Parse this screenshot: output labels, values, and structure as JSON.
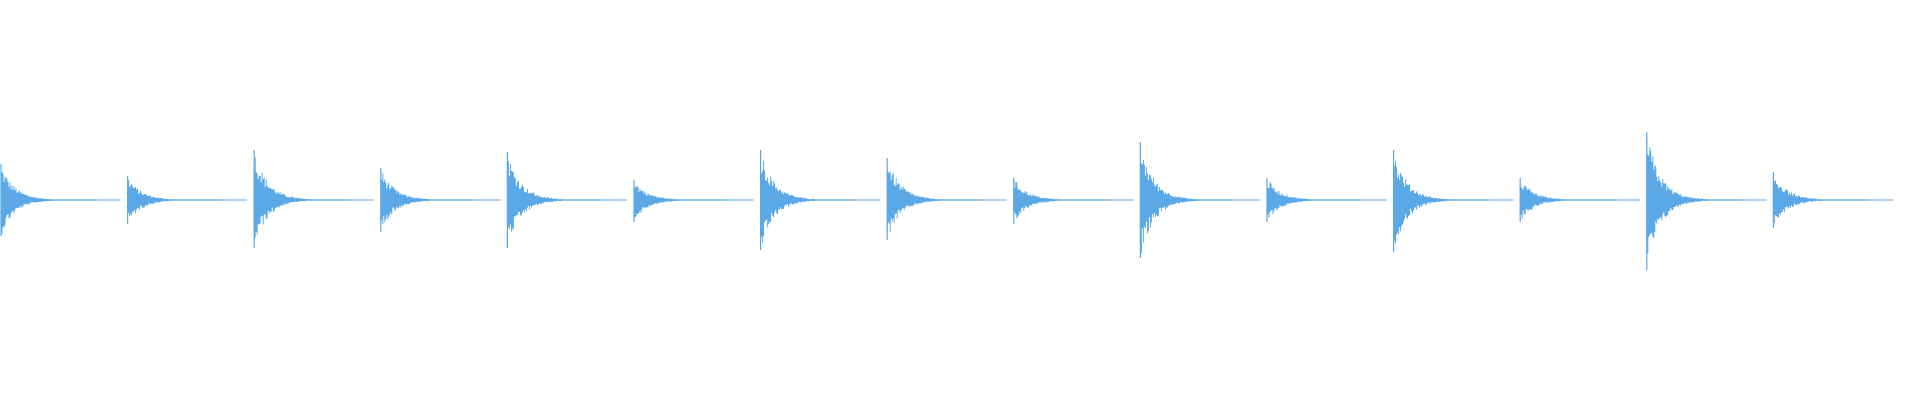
{
  "waveform": {
    "color": "#5aa9e6",
    "baseline_color": "#5aa9e6",
    "hits": [
      {
        "id": 1,
        "amp_up": 0.18,
        "amp_down": 0.18
      },
      {
        "id": 2,
        "amp_up": 0.12,
        "amp_down": 0.12
      },
      {
        "id": 3,
        "amp_up": 0.25,
        "amp_down": 0.24
      },
      {
        "id": 4,
        "amp_up": 0.16,
        "amp_down": 0.16
      },
      {
        "id": 5,
        "amp_up": 0.24,
        "amp_down": 0.24
      },
      {
        "id": 6,
        "amp_up": 0.1,
        "amp_down": 0.11
      },
      {
        "id": 7,
        "amp_up": 0.25,
        "amp_down": 0.25
      },
      {
        "id": 8,
        "amp_up": 0.21,
        "amp_down": 0.2
      },
      {
        "id": 9,
        "amp_up": 0.11,
        "amp_down": 0.12
      },
      {
        "id": 10,
        "amp_up": 0.29,
        "amp_down": 0.29
      },
      {
        "id": 11,
        "amp_up": 0.11,
        "amp_down": 0.11
      },
      {
        "id": 12,
        "amp_up": 0.25,
        "amp_down": 0.26
      },
      {
        "id": 13,
        "amp_up": 0.11,
        "amp_down": 0.11
      },
      {
        "id": 14,
        "amp_up": 0.34,
        "amp_down": 0.35
      },
      {
        "id": 15,
        "amp_up": 0.14,
        "amp_down": 0.14
      }
    ]
  }
}
